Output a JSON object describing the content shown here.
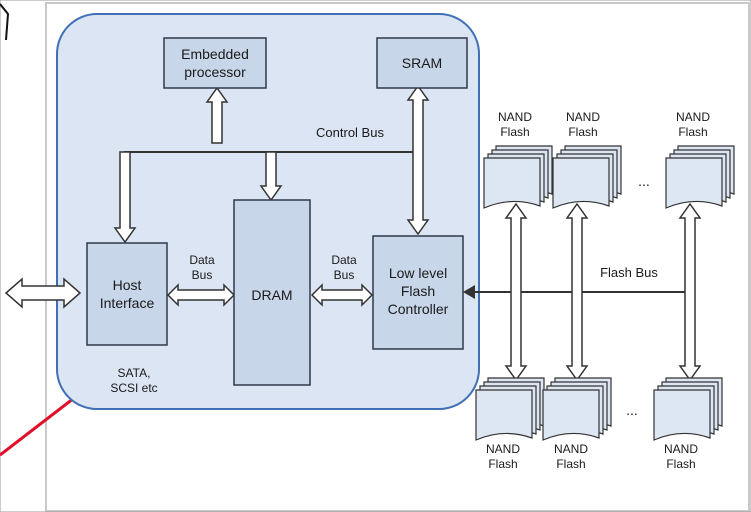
{
  "blocks": {
    "embedded_processor": "Embedded\nprocessor",
    "sram": "SRAM",
    "host_interface": "Host\nInterface",
    "dram": "DRAM",
    "flash_controller": "Low level\nFlash\nController"
  },
  "labels": {
    "control_bus": "Control Bus",
    "data_bus_left": "Data\nBus",
    "data_bus_right": "Data\nBus",
    "flash_bus": "Flash Bus",
    "interfaces": "SATA,\nSCSI etc",
    "ellipsis_top": "...",
    "ellipsis_bottom": "..."
  },
  "nand": {
    "top": [
      "NAND\nFlash",
      "NAND\nFlash",
      "NAND\nFlash"
    ],
    "bottom": [
      "NAND\nFlash",
      "NAND\nFlash",
      "NAND\nFlash"
    ]
  },
  "colors": {
    "ssd_fill": "#dbe5f3",
    "ssd_border": "#3f6fb5",
    "block_fill": "#c8d6ea",
    "block_border": "#2f3a4a",
    "nand_fill": "#dde7f4",
    "pointer_line": "#e0102a"
  }
}
